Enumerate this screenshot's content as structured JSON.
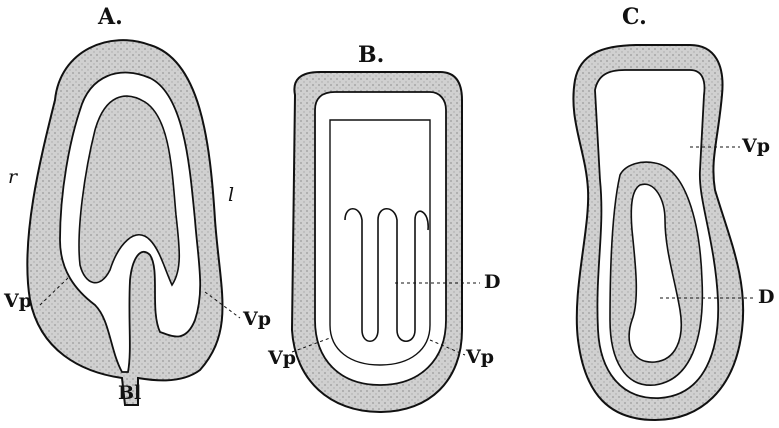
{
  "panels": [
    {
      "title": "A.",
      "labels": {
        "right_side": "r",
        "left_side": "l",
        "vp_left": "Vp",
        "vp_right": "Vp",
        "blastopore": "Bl"
      }
    },
    {
      "title": "B.",
      "labels": {
        "vp_left": "Vp",
        "vp_right": "Vp",
        "d": "D"
      }
    },
    {
      "title": "C.",
      "labels": {
        "vp": "Vp",
        "d": "D"
      }
    }
  ],
  "colors": {
    "stipple": "#c9c9c9",
    "outline": "#111111",
    "background": "#ffffff"
  }
}
